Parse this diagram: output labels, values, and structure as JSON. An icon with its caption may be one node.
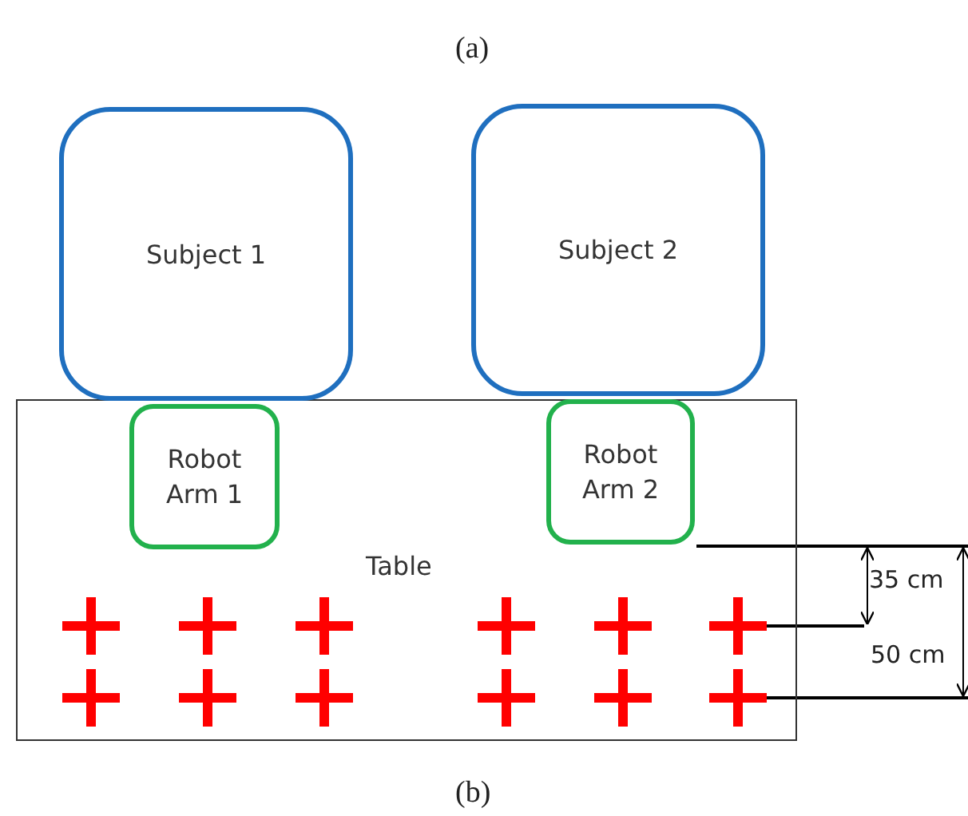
{
  "diagram": {
    "nodes": [
      {
        "text": [
          "Subject 1"
        ]
      },
      {
        "text": [
          "Subject 2"
        ]
      },
      {
        "text": [
          "Table"
        ]
      },
      {
        "text": [
          "Robot Arm 1"
        ],
        "in": 2
      },
      {
        "text": [
          "Robot Arm 2"
        ],
        "in": 2
      }
    ],
    "labels": [
      "(a)",
      "35 cm",
      "50 cm",
      "(b)"
    ]
  }
}
